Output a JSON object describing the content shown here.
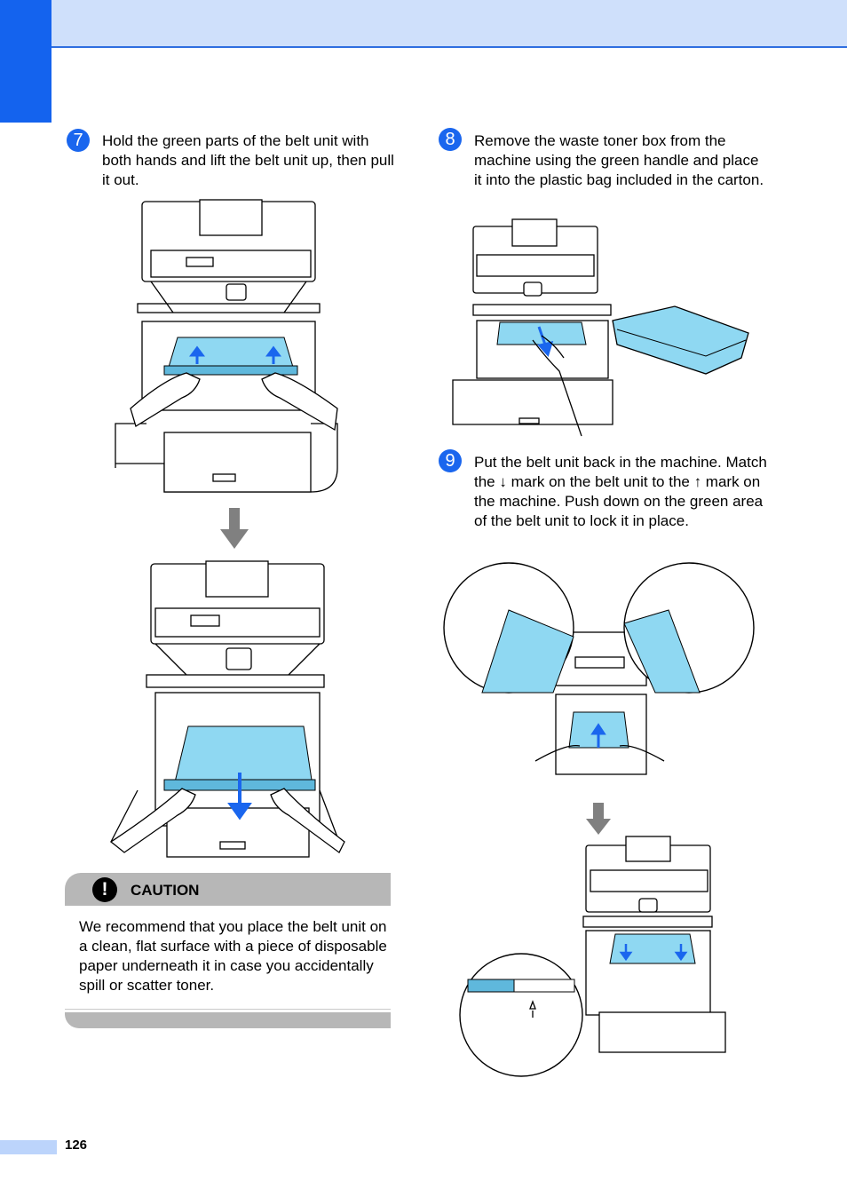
{
  "steps": [
    {
      "number": "7",
      "text": "Hold the green parts of the belt unit with both hands and lift the belt unit up, then pull it out."
    },
    {
      "number": "8",
      "text": "Remove the waste toner box from the machine using the green handle and place it into the plastic bag included in the carton."
    },
    {
      "number": "9",
      "text": "Put the belt unit back in the machine. Match the ↓ mark on the belt unit to the ↑ mark on the machine. Push down on the green area of the belt unit to lock it in place."
    }
  ],
  "caution": {
    "icon": "exclamation-icon",
    "title": "CAUTION",
    "text": "We recommend that you place the belt unit on a clean, flat surface with a piece of disposable paper underneath it in case you accidentally spill or scatter toner."
  },
  "page_number": "126",
  "colors": {
    "accent_blue": "#1463ee",
    "header_band": "#cfe0fb",
    "belt_blue": "#8fd8f2",
    "caution_grey": "#b7b7b7"
  }
}
